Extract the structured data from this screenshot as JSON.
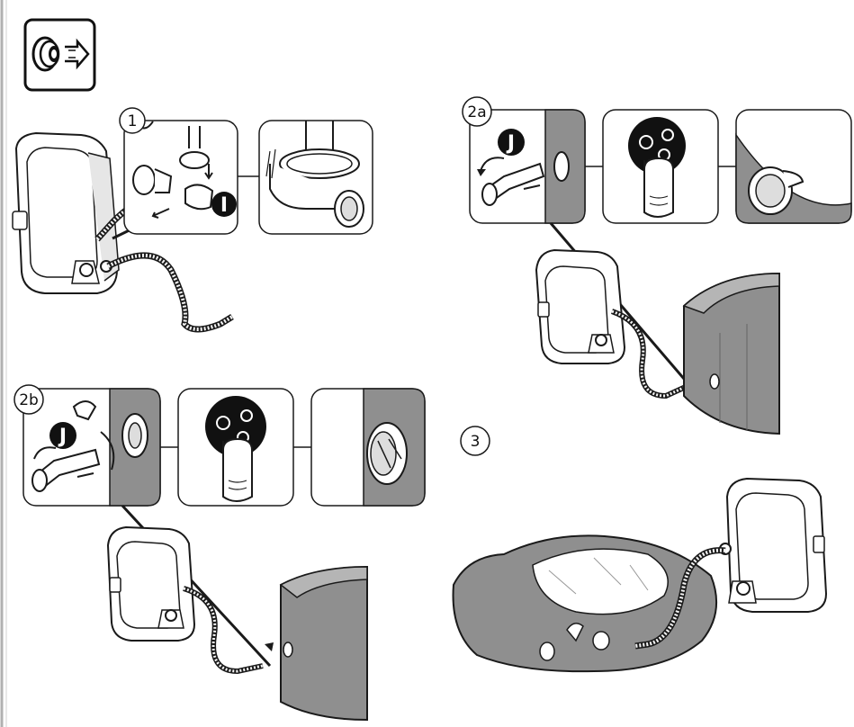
{
  "steps": {
    "s1": {
      "label": "1",
      "callout_letter": "I"
    },
    "s2a": {
      "label": "2a",
      "callout_letter": "J"
    },
    "s2b": {
      "label": "2b",
      "callout_letter": "J"
    },
    "s3": {
      "label": "3"
    }
  },
  "colors": {
    "line": "#1a1a1a",
    "shade": "#8f8f8f",
    "light_shade": "#b5b5b5",
    "badge": "#111111",
    "frame_edge": "#b0b0b0"
  }
}
